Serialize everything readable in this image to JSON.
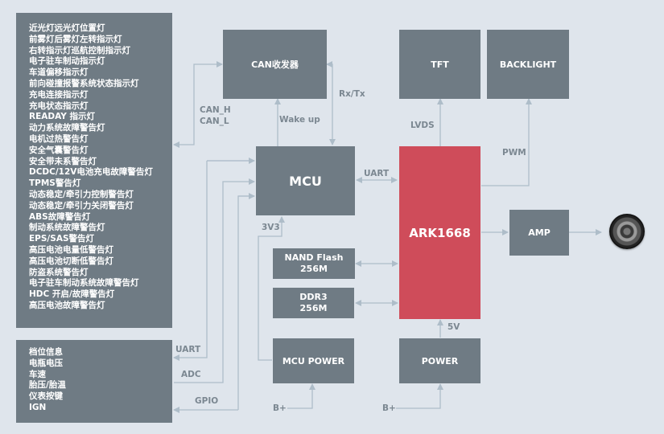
{
  "diagram": {
    "colors": {
      "background": "#dfe5ec",
      "block": "#6f7b84",
      "soc": "#cf4c5a",
      "wire": "#aebdc9",
      "label": "#7b8791"
    },
    "indicator_list": [
      "近光灯远光灯位置灯",
      "前雾灯后雾灯左转指示灯",
      "右转指示灯巡航控制指示灯",
      "电子驻车制动指示灯",
      "车道偏移指示灯",
      "前向碰撞报警系统状态指示灯",
      "充电连接指示灯",
      "充电状态指示灯",
      "READAY 指示灯",
      "动力系统故障警告灯",
      "电机过热警告灯",
      "安全气囊警告灯",
      "安全带未系警告灯",
      "DCDC/12V电池充电故障警告灯",
      "TPMS警告灯",
      "动态稳定/牵引力控制警告灯",
      "动态稳定/牵引力关闭警告灯",
      "ABS故障警告灯",
      "制动系统故障警告灯",
      "EPS/SAS警告灯",
      "高压电池电量低警告灯",
      "高压电池切断低警告灯",
      "防盗系统警告灯",
      "电子驻车制动系统故障警告灯",
      "HDC 开启/故障警告灯",
      "高压电池故障警告灯"
    ],
    "input_list": [
      "档位信息",
      "电瓶电压",
      "车速",
      "胎压/胎温",
      "仪表按键",
      "IGN"
    ],
    "blocks": {
      "can": "CAN收发器",
      "mcu": "MCU",
      "tft": "TFT",
      "backlight": "BACKLIGHT",
      "soc": "ARK1668",
      "amp": "AMP",
      "nand_line1": "NAND Flash",
      "nand_line2": "256M",
      "ddr_line1": "DDR3",
      "ddr_line2": "256M",
      "mcu_power": "MCU POWER",
      "power": "POWER"
    },
    "labels": {
      "can_h": "CAN_H",
      "can_l": "CAN_L",
      "rx_tx": "Rx/Tx",
      "wake_up": "Wake up",
      "uart_mcu_soc": "UART",
      "lvds": "LVDS",
      "pwm": "PWM",
      "v3v3": "3V3",
      "v5": "5V",
      "uart_in": "UART",
      "adc": "ADC",
      "gpio": "GPIO",
      "bplus_mcu": "B+",
      "bplus_power": "B+"
    },
    "speaker": "speaker-icon"
  }
}
